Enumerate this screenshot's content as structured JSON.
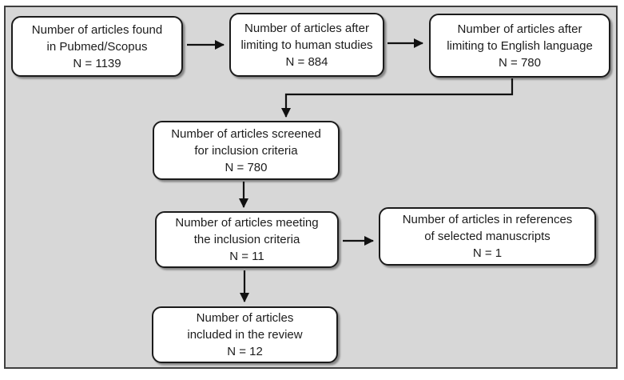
{
  "diagram": {
    "type": "flowchart",
    "description": "Article selection flow diagram (database search to review inclusion)",
    "colors": {
      "canvas_background": "#d7d7d7",
      "frame_border": "#3f3f3f",
      "box_background": "#ffffff",
      "box_border": "#1b1b1b",
      "arrow": "#111111",
      "text": "#1c1c1c"
    },
    "boxes": [
      {
        "id": "found",
        "lines": [
          "Number of articles found",
          "in Pubmed/Scopus",
          "N = 1139"
        ],
        "n": 1139
      },
      {
        "id": "human-studies",
        "lines": [
          "Number of articles after",
          "limiting to human studies",
          "N = 884"
        ],
        "n": 884
      },
      {
        "id": "english-language",
        "lines": [
          "Number of articles after",
          "limiting to English language",
          "N = 780"
        ],
        "n": 780
      },
      {
        "id": "screened",
        "lines": [
          "Number of articles screened",
          "for inclusion criteria",
          "N = 780"
        ],
        "n": 780
      },
      {
        "id": "meeting-criteria",
        "lines": [
          "Number of articles meeting",
          "the inclusion criteria",
          "N = 11"
        ],
        "n": 11
      },
      {
        "id": "references",
        "lines": [
          "Number of articles in references",
          "of selected manuscripts",
          "N = 1"
        ],
        "n": 1
      },
      {
        "id": "included",
        "lines": [
          "Number of articles",
          "included in the review",
          "N = 12"
        ],
        "n": 12
      }
    ],
    "edges": [
      {
        "from": "found",
        "to": "human-studies",
        "style": "straight-right"
      },
      {
        "from": "human-studies",
        "to": "english-language",
        "style": "straight-right"
      },
      {
        "from": "english-language",
        "to": "screened",
        "style": "elbow-down-left-down"
      },
      {
        "from": "screened",
        "to": "meeting-criteria",
        "style": "straight-down"
      },
      {
        "from": "meeting-criteria",
        "to": "references",
        "style": "straight-right"
      },
      {
        "from": "meeting-criteria",
        "to": "included",
        "style": "straight-down"
      }
    ]
  }
}
